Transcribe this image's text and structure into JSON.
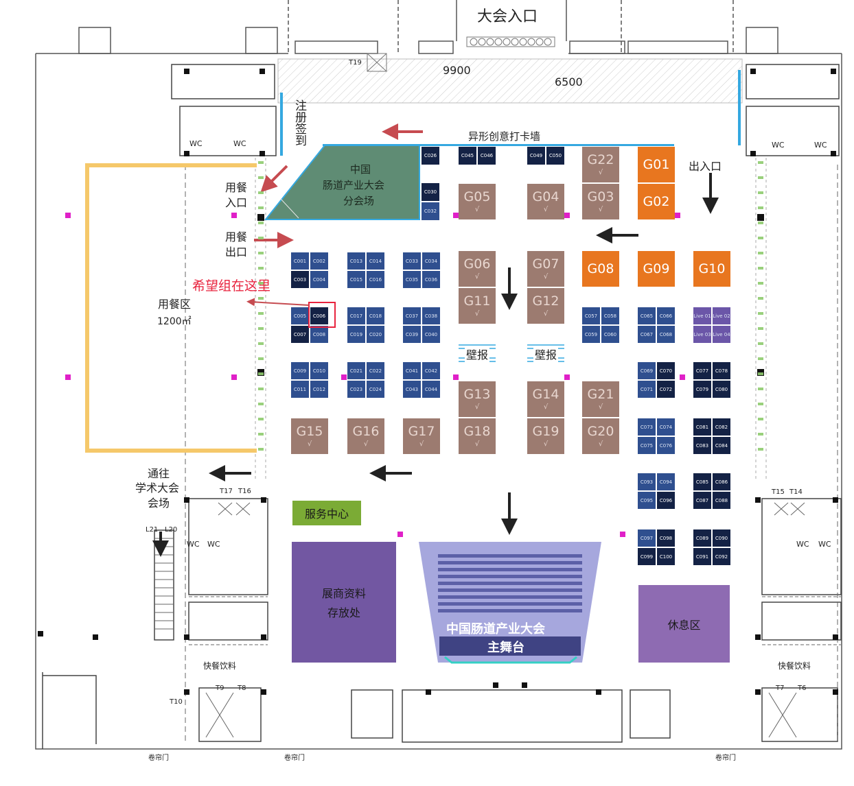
{
  "colors": {
    "booth_brown": "#9c7b70",
    "booth_orange": "#e8761f",
    "booth_blue": "#2f4f8f",
    "booth_dark": "#142245",
    "dining_outline": "#f5c86a",
    "branch_green": "#5f8c74",
    "service_green": "#7bab35",
    "storage_purple": "#7257a2",
    "rest_purple": "#8e6bb2",
    "stage_blue": "#a6a7dd",
    "wall_blue": "#34a8e0",
    "annotation_red": "#e8233e",
    "arrow_red": "#c64b50",
    "arrow_black": "#222222"
  },
  "labels": {
    "main_entrance": "大会入口",
    "dim_9900": "9900",
    "dim_6500": "6500",
    "t19": "T19",
    "registration": "注册签到",
    "checkin_wall": "异形创意打卡墙",
    "branch_venue": [
      "中国",
      "肠道产业大会",
      "分会场"
    ],
    "entry_exit": "出入口",
    "dining_entrance": [
      "用餐",
      "入口"
    ],
    "dining_exit": [
      "用餐",
      "出口"
    ],
    "dining_area": "用餐区",
    "dining_size": "1200㎡",
    "annotation": "希望组在这里",
    "poster_wall": "壁报",
    "to_academic": [
      "通往",
      "学术大会",
      "会场"
    ],
    "service_center": "服务中心",
    "storage": [
      "展商资料",
      "存放处"
    ],
    "main_stage": [
      "中国肠道产业大会",
      "主舞台"
    ],
    "rest_area": "休息区",
    "snacks": "快餐饮料",
    "wc": "WC",
    "rolling_door": "卷帘门",
    "check": "√",
    "t": {
      "t17": "T17",
      "t16": "T16",
      "t15": "T15",
      "t14": "T14",
      "l21": "L21",
      "l20": "L20",
      "t9": "T9",
      "t8": "T8",
      "t10": "T10",
      "t7": "T7",
      "t6": "T6"
    }
  },
  "g_booths": {
    "G01": "G01",
    "G02": "G02",
    "G03": "G03",
    "G04": "G04",
    "G05": "G05",
    "G06": "G06",
    "G07": "G07",
    "G08": "G08",
    "G09": "G09",
    "G10": "G10",
    "G11": "G11",
    "G12": "G12",
    "G13": "G13",
    "G14": "G14",
    "G15": "G15",
    "G16": "G16",
    "G17": "G17",
    "G18": "G18",
    "G19": "G19",
    "G20": "G20",
    "G21": "G21",
    "G22": "G22"
  },
  "c_top": [
    "C026",
    "C045",
    "C046",
    "C049",
    "C050",
    "C030",
    "C032"
  ],
  "c_groups": [
    [
      "C001",
      "C002",
      "C003",
      "C004"
    ],
    [
      "C013",
      "C014",
      "C015",
      "C016"
    ],
    [
      "C033",
      "C034",
      "C035",
      "C036"
    ],
    [
      "C005",
      "C006",
      "C007",
      "C008"
    ],
    [
      "C017",
      "C018",
      "C019",
      "C020"
    ],
    [
      "C037",
      "C038",
      "C039",
      "C040"
    ],
    [
      "C057",
      "C058",
      "C059",
      "C060"
    ],
    [
      "C065",
      "C066",
      "C067",
      "C068"
    ],
    [
      "Live 01",
      "Live 02",
      "Live 03",
      "Live 04"
    ],
    [
      "C009",
      "C010",
      "C011",
      "C012"
    ],
    [
      "C021",
      "C022",
      "C023",
      "C024"
    ],
    [
      "C041",
      "C042",
      "C043",
      "C044"
    ],
    [
      "C069",
      "C070",
      "C071",
      "C072"
    ],
    [
      "C077",
      "C078",
      "C079",
      "C080"
    ],
    [
      "C073",
      "C074",
      "C075",
      "C076"
    ],
    [
      "C081",
      "C082",
      "C083",
      "C084"
    ],
    [
      "C093",
      "C094",
      "C095",
      "C096"
    ],
    [
      "C085",
      "C086",
      "C087",
      "C088"
    ],
    [
      "C097",
      "C098",
      "C099",
      "C100"
    ],
    [
      "C089",
      "C090",
      "C091",
      "C092"
    ]
  ]
}
